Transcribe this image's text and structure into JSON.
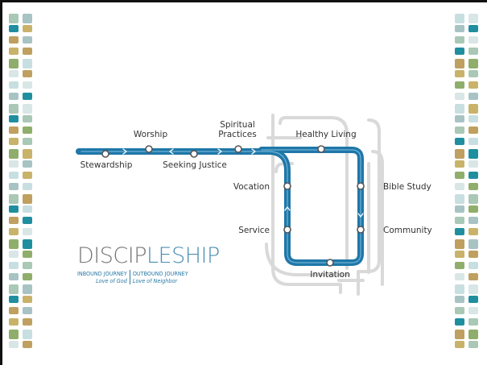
{
  "stations": {
    "stewardship": "Stewardship",
    "worship": "Worship",
    "seeking_justice": "Seeking Justice",
    "spiritual_practices_line1": "Spiritual",
    "spiritual_practices_line2": "Practices",
    "healthy_living": "Healthy Living",
    "vocation": "Vocation",
    "service": "Service",
    "bible_study": "Bible Study",
    "community": "Community",
    "invitation": "Invitation"
  },
  "logo": {
    "word_part1": "DISCIP",
    "word_part2": "LESHIP",
    "inbound_title": "INBOUND JOURNEY",
    "inbound_subtitle": "Love of God",
    "outbound_title": "OUTBOUND JOURNEY",
    "outbound_subtitle": "Love of Neighbor"
  },
  "colors": {
    "route_blue": "#1f77a8",
    "grey_tracks": "#d7d7d7",
    "tile_palette": [
      "#a9c8b6",
      "#c9b26a",
      "#c8dfe1",
      "#1f8fa0",
      "#8fae6c",
      "#a8c3c4",
      "#bfa060",
      "#d9e6e6"
    ]
  }
}
